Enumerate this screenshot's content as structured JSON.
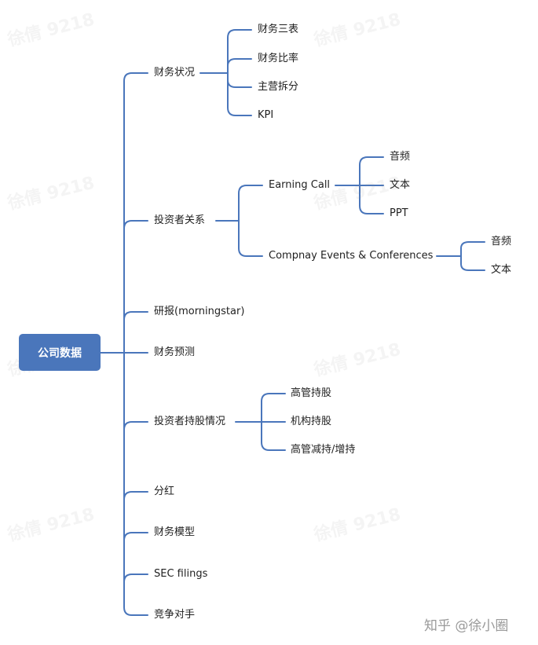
{
  "root": "公司数据",
  "branches": {
    "fin_status": {
      "label": "财务状况",
      "children": [
        "财务三表",
        "财务比率",
        "主营拆分",
        "KPI"
      ]
    },
    "ir": {
      "label": "投资者关系",
      "earning_call": {
        "label": "Earning Call",
        "children": [
          "音频",
          "文本",
          "PPT"
        ]
      },
      "events": {
        "label": "Compnay Events & Conferences",
        "children": [
          "音频",
          "文本"
        ]
      }
    },
    "research": {
      "label": "研报(morningstar)"
    },
    "forecast": {
      "label": "财务预测"
    },
    "holdings": {
      "label": "投资者持股情况",
      "children": [
        "高管持股",
        "机构持股",
        "高管减持/增持"
      ]
    },
    "dividend": {
      "label": "分红"
    },
    "model": {
      "label": "财务模型"
    },
    "sec": {
      "label": "SEC filings"
    },
    "competitors": {
      "label": "竞争对手"
    }
  },
  "watermark": "徐倩 9218",
  "credit": "知乎 @徐小圈",
  "colors": {
    "line": "#4a76bb",
    "root_fill": "#4a76bb",
    "root_text": "#ffffff"
  }
}
